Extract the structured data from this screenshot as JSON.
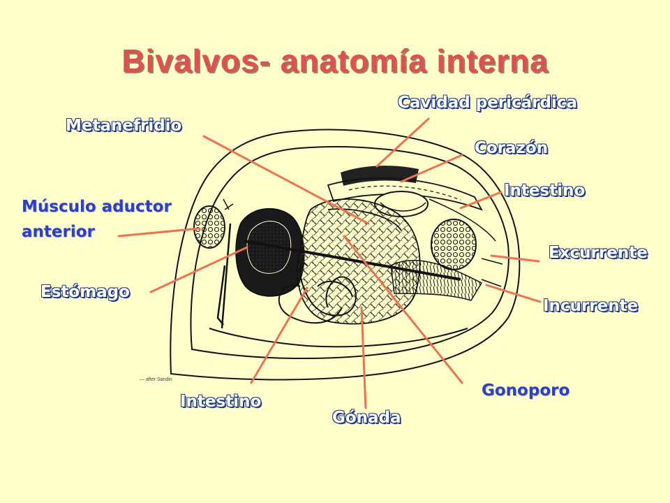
{
  "title": "Bivalvos- anatomía interna",
  "colors": {
    "background": "#FFFFCC",
    "title": "#E05050",
    "label_blue": "#2A3FCC",
    "pointer": "#F07050",
    "drawing": "#111111"
  },
  "labels": {
    "metanefridio": "Metanefridio",
    "cavidad_pericardica": "Cavidad pericárdica",
    "corazon": "Corazón",
    "intestino_top": "Intestino",
    "musculo_line1": "Músculo aductor",
    "musculo_line2": "anterior",
    "excurrente": "Excurrente",
    "incurrente": "Incurrente",
    "estomago": "Estómago",
    "gonoporo": "Gonoporo",
    "intestino_bottom": "Intestino",
    "gonada": "Gónada"
  },
  "figure_caption": "— after Sandin"
}
